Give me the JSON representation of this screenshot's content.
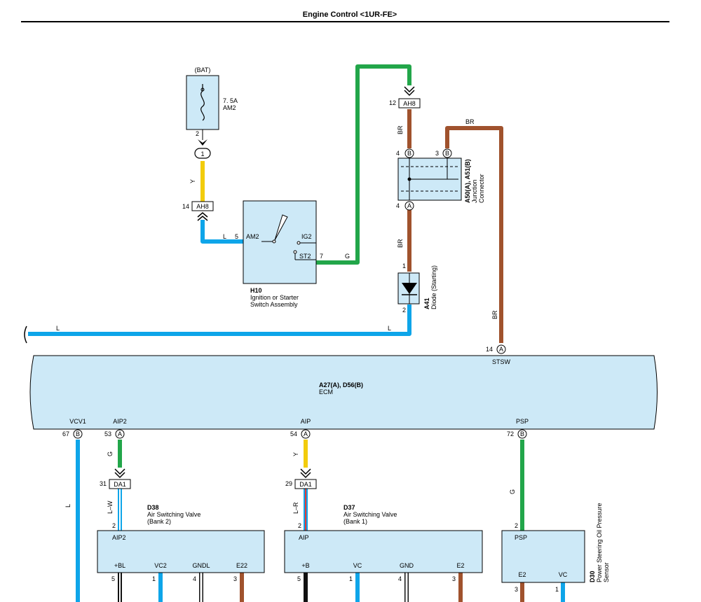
{
  "title": "Engine Control <1UR-FE>",
  "fuse": {
    "source": "(BAT)",
    "rating": "7. 5A",
    "name": "AM2",
    "pin": "2"
  },
  "inline_connector": {
    "num": "1"
  },
  "connectors": {
    "ah8_top": {
      "pin": "12",
      "name": "AH8"
    },
    "ah8_left": {
      "pin": "14",
      "name": "AH8"
    },
    "da1_left": {
      "pin": "31",
      "name": "DA1"
    },
    "da1_mid": {
      "pin": "29",
      "name": "DA1"
    }
  },
  "ignition": {
    "code": "H10",
    "desc1": "Ignition or Starter",
    "desc2": "Switch Assembly",
    "am2": "AM2",
    "ig2": "IG2",
    "st2": "ST2",
    "pin_am2": "5",
    "pin_st2": "7"
  },
  "junction": {
    "code": "A50(A), A51(B)",
    "desc1": "Junction",
    "desc2": "Connector",
    "pin4b": "4",
    "pin3b": "3",
    "pin4a": "4",
    "letter_b": "B",
    "letter_a": "A"
  },
  "diode": {
    "code": "A41",
    "desc": "Diode (Starting)",
    "pin1": "1",
    "pin2": "2"
  },
  "ecm": {
    "code": "A27(A), D56(B)",
    "name": "ECM",
    "stsw": "STSW",
    "stsw_pin": "14",
    "stsw_letter": "A",
    "vcv1": "VCV1",
    "vcv1_pin": "67",
    "vcv1_letter": "B",
    "aip2": "AIP2",
    "aip2_pin": "53",
    "aip2_letter": "A",
    "aip": "AIP",
    "aip_pin": "54",
    "aip_letter": "A",
    "psp": "PSP",
    "psp_pin": "72",
    "psp_letter": "B"
  },
  "valve_bank2": {
    "code": "D38",
    "desc1": "Air Switching Valve",
    "desc2": "(Bank 2)",
    "top": "AIP2",
    "top_pin": "2",
    "pins": [
      "+BL",
      "VC2",
      "GNDL",
      "E22"
    ],
    "pin_nums": [
      "5",
      "1",
      "4",
      "3"
    ]
  },
  "valve_bank1": {
    "code": "D37",
    "desc1": "Air Switching Valve",
    "desc2": "(Bank 1)",
    "top": "AIP",
    "top_pin": "2",
    "pins": [
      "+B",
      "VC",
      "GND",
      "E2"
    ],
    "pin_nums": [
      "5",
      "1",
      "4",
      "3"
    ]
  },
  "ps_sensor": {
    "code": "D30",
    "desc1": "Power Steering Oil Pressure",
    "desc2": "Sensor",
    "top": "PSP",
    "top_pin": "2",
    "pins": [
      "E2",
      "VC"
    ],
    "pin_nums": [
      "3",
      "1"
    ]
  },
  "wire_colors": {
    "y": "Y",
    "l": "L",
    "g": "G",
    "br": "BR",
    "lw": "L–W",
    "lr": "L–R"
  },
  "colors": {
    "blue": "#0ea5e9",
    "green": "#22a64a",
    "yellow": "#f2cc0c",
    "brown": "#a0522d",
    "box_fill": "#cde9f7",
    "black": "#111111"
  }
}
